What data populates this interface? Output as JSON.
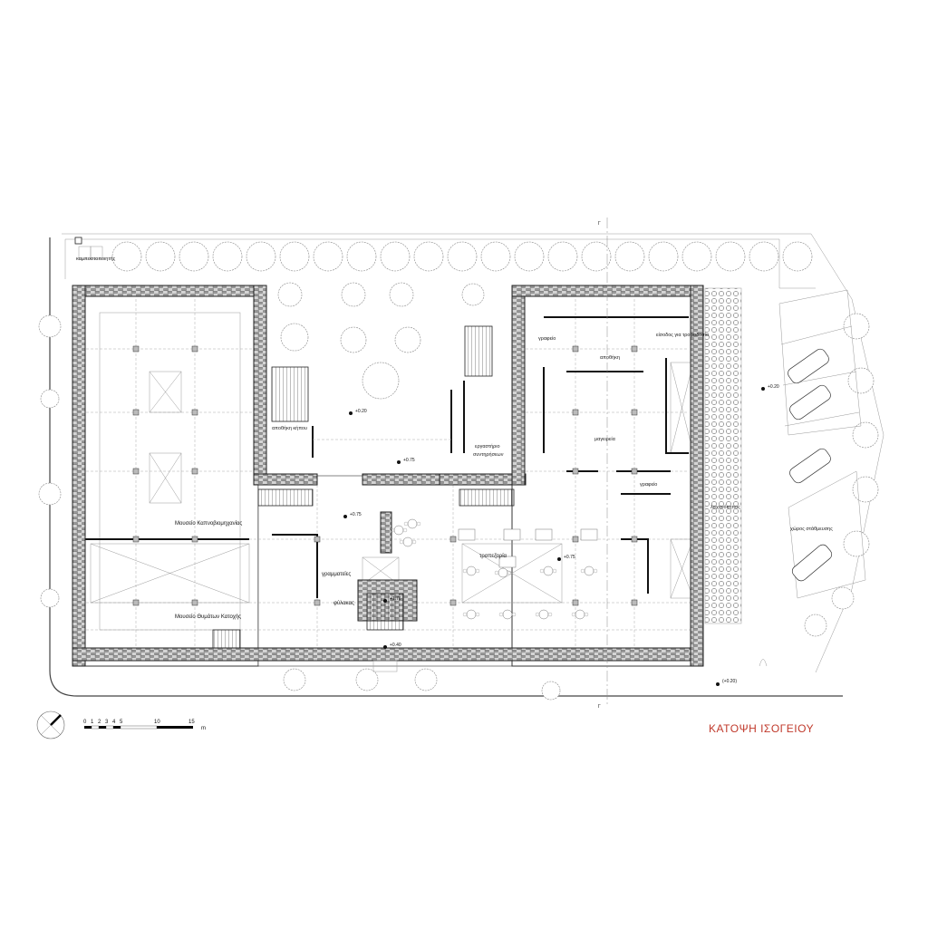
{
  "drawing": {
    "title": "ΚΑΤΟΨΗ ΙΣΟΓΕΙΟΥ",
    "title_color": "#c0392b",
    "section_marker": "Γ"
  },
  "rooms": {
    "compost": "καμποστοποιητής",
    "garden_storage": "αποθήκη κήπου",
    "workshop_line1": "εργαστήριο",
    "workshop_line2": "συντηρήσεων",
    "office_top": "γραφείο",
    "storage": "αποθήκη",
    "supply_entrance": "είσοδος για τροφοδοσία",
    "kitchen": "μαγειρεία",
    "office_right": "γραφείο",
    "vegetable_garden": "λαχανόκηπος",
    "parking": "χώρος στάθμευσης",
    "tobacco_museum": "Μουσείο Καπνοβιομηχανίας",
    "secretariat": "γραμματείες",
    "dining": "τραπεζαρία",
    "guard": "φύλακας",
    "occupation_museum": "Μουσείο Θυμάτων Κατοχής"
  },
  "elevations": {
    "courtyard": "+0.20",
    "corridor": "+0.75",
    "parking": "+0.20",
    "hall_left": "+0.75",
    "dining": "+0.75",
    "stair": "+1.76",
    "entrance": "+0.40",
    "street": "(+0.20)"
  },
  "scale_bar": {
    "ticks": [
      "0",
      "1",
      "2",
      "3",
      "4",
      "5",
      "10",
      "15"
    ],
    "unit": "m"
  }
}
